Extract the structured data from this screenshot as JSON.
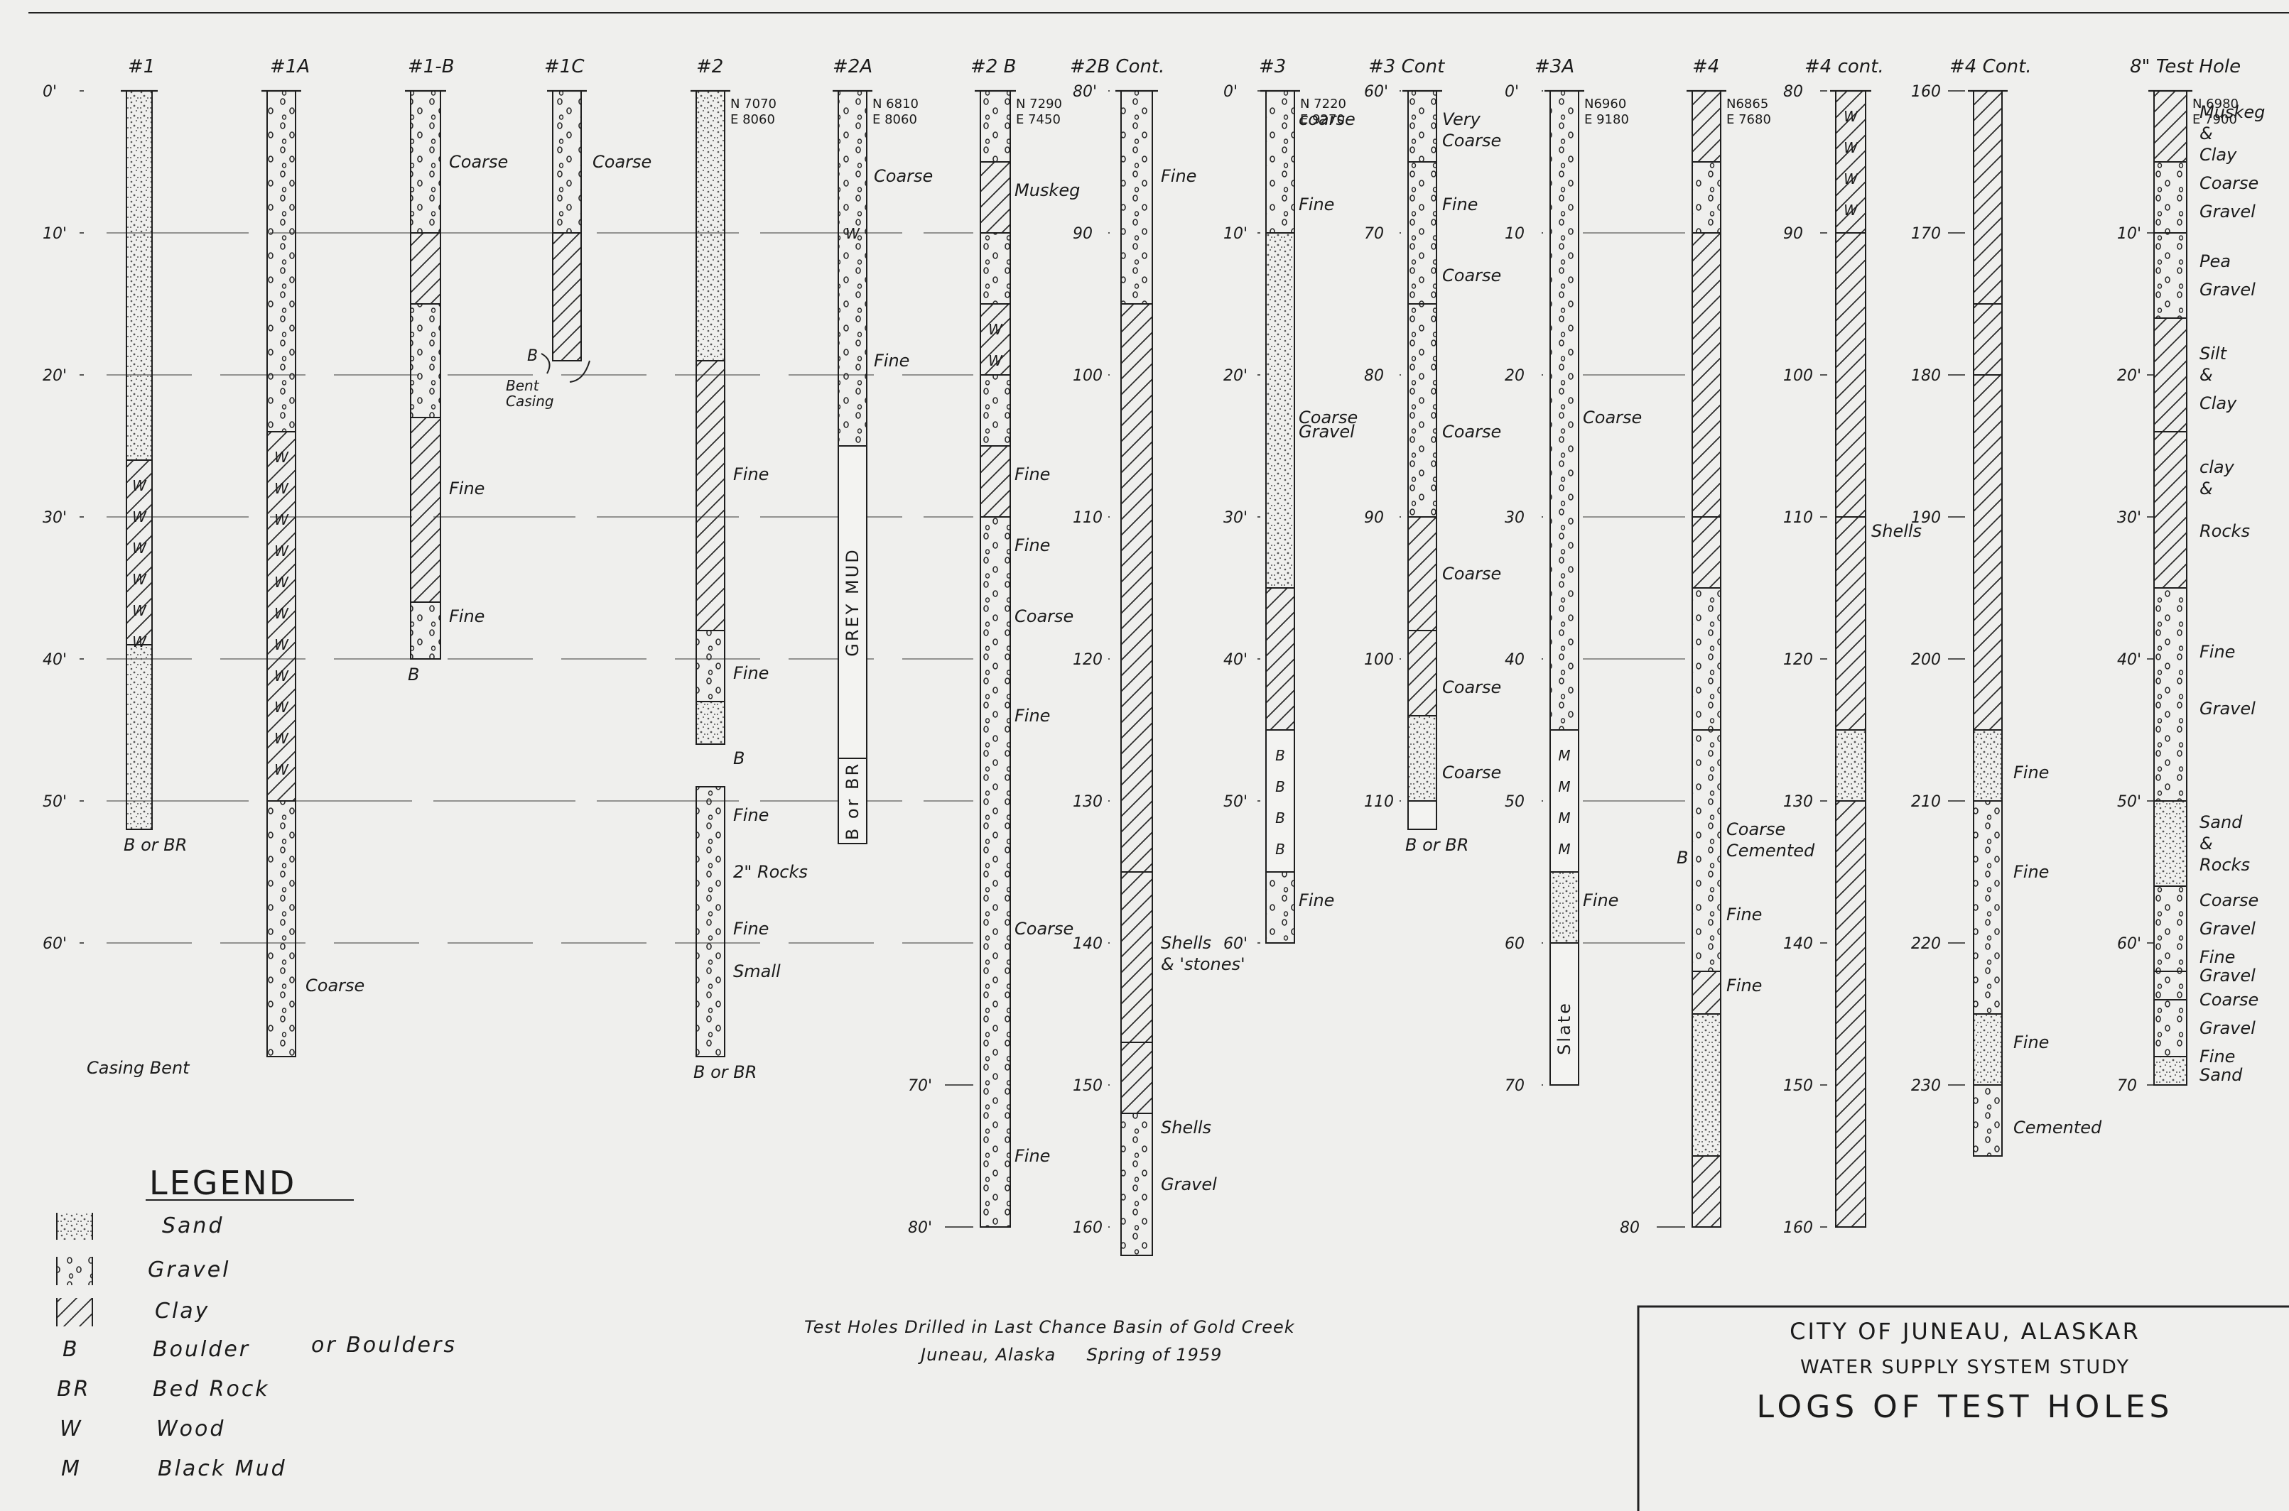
{
  "colors": {
    "paper": "#efefed",
    "ink": "#1b1b1b",
    "clay_hatch": "#2a2a2a",
    "sand_dot": "#555555"
  },
  "legend": {
    "title": "LEGEND",
    "items": [
      {
        "symbol": "sand-swatch",
        "label": "Sand"
      },
      {
        "symbol": "gravel-swatch",
        "label": "Gravel"
      },
      {
        "symbol": "clay-swatch",
        "label": "Clay"
      },
      {
        "symbol": "B",
        "label": "Boulder",
        "extra": "or Boulders"
      },
      {
        "symbol": "BR",
        "label": "Bed Rock"
      },
      {
        "symbol": "W",
        "label": "Wood"
      },
      {
        "symbol": "M",
        "label": "Black Mud"
      }
    ]
  },
  "caption": {
    "line1": "Test Holes Drilled in Last Chance Basin of Gold Creek",
    "line2": "Juneau, Alaska     Spring of 1959"
  },
  "title_block": {
    "line1": "CITY OF JUNEAU, ALASKAR",
    "line2": "WATER SUPPLY SYSTEM STUDY",
    "line3": "LOGS OF TEST HOLES"
  },
  "depth_scales": [
    {
      "labels": [
        "0'",
        "10'",
        "20'",
        "30'",
        "40'",
        "50'",
        "60'"
      ]
    },
    {
      "labels": [
        "80'",
        "90",
        "100",
        "110",
        "120",
        "130",
        "140",
        "150",
        "160"
      ]
    },
    {
      "labels": [
        "0'",
        "10'",
        "20'",
        "30'",
        "40'",
        "50'",
        "60'"
      ]
    },
    {
      "labels": [
        "60'",
        "70",
        "80",
        "90",
        "100",
        "110"
      ]
    },
    {
      "labels": [
        "0'",
        "10",
        "20",
        "30",
        "40",
        "50",
        "60",
        "70"
      ]
    },
    {
      "labels": [
        "80",
        "90",
        "100",
        "110",
        "120",
        "130",
        "140",
        "150",
        "160"
      ]
    },
    {
      "labels": [
        "160",
        "170",
        "180",
        "190",
        "200",
        "210",
        "220",
        "230"
      ]
    },
    {
      "labels": [
        "10'",
        "20'",
        "30'",
        "40'",
        "50'",
        "60'",
        "70"
      ]
    },
    {
      "labels": [
        "70'",
        "80'"
      ]
    },
    {
      "labels": [
        "80"
      ]
    }
  ],
  "holes": [
    {
      "name": "#1",
      "coords": [],
      "bottom_label": "B or BR",
      "layers": [
        {
          "type": "sand",
          "from": 0,
          "to": 26
        },
        {
          "type": "clay",
          "from": 26,
          "to": 39,
          "wood": true
        },
        {
          "type": "sand",
          "from": 39,
          "to": 52
        }
      ],
      "notes": [],
      "markers": []
    },
    {
      "name": "#1A",
      "coords": [],
      "bottom_label": "",
      "layers": [
        {
          "type": "gravel",
          "from": 0,
          "to": 24
        },
        {
          "type": "clay",
          "from": 24,
          "to": 50,
          "wood": true
        },
        {
          "type": "gravel",
          "from": 50,
          "to": 68
        }
      ],
      "notes": [
        {
          "text": "Coarse",
          "depth": 63
        }
      ],
      "markers": []
    },
    {
      "name": "#1-B",
      "coords": [],
      "bottom_label": "B",
      "layers": [
        {
          "type": "gravel",
          "from": 0,
          "to": 10
        },
        {
          "type": "clay",
          "from": 10,
          "to": 15
        },
        {
          "type": "gravel",
          "from": 15,
          "to": 23
        },
        {
          "type": "clay",
          "from": 23,
          "to": 36
        },
        {
          "type": "gravel",
          "from": 36,
          "to": 40
        }
      ],
      "notes": [
        {
          "text": "Coarse",
          "depth": 5
        },
        {
          "text": "Fine",
          "depth": 28
        },
        {
          "text": "Fine",
          "depth": 37
        }
      ],
      "markers": []
    },
    {
      "name": "#1C",
      "coords": [],
      "bottom_label": "",
      "layers": [
        {
          "type": "gravel",
          "from": 0,
          "to": 10
        },
        {
          "type": "clay",
          "from": 10,
          "to": 19
        }
      ],
      "notes": [
        {
          "text": "Coarse",
          "depth": 5
        }
      ],
      "markers": []
    },
    {
      "name": "#2",
      "coords": [
        "N 7070",
        "E 8060"
      ],
      "bottom_label": "B or BR",
      "layers": [
        {
          "type": "sand",
          "from": 0,
          "to": 19
        },
        {
          "type": "clay",
          "from": 19,
          "to": 38
        },
        {
          "type": "gravel",
          "from": 38,
          "to": 43
        },
        {
          "type": "sand",
          "from": 43,
          "to": 46
        },
        {
          "type": "gravel",
          "from": 49,
          "to": 68
        }
      ],
      "notes": [
        {
          "text": "Fine",
          "depth": 27
        },
        {
          "text": "Fine",
          "depth": 41
        },
        {
          "text": "Fine",
          "depth": 51
        },
        {
          "text": "2\" Rocks",
          "depth": 55
        },
        {
          "text": "Fine",
          "depth": 59
        },
        {
          "text": "Small",
          "depth": 62
        }
      ],
      "markers": [
        {
          "text": "B",
          "depth": 47
        }
      ]
    },
    {
      "name": "#2A",
      "coords": [
        "N 6810",
        "E 8060"
      ],
      "bottom_label": "",
      "layers": [
        {
          "type": "gravel",
          "from": 0,
          "to": 25,
          "wood_at": 10
        },
        {
          "type": "blank",
          "from": 25,
          "to": 47
        },
        {
          "type": "blank",
          "from": 47,
          "to": 53
        }
      ],
      "notes": [
        {
          "text": "Coarse",
          "depth": 6
        },
        {
          "text": "Fine",
          "depth": 19
        }
      ],
      "markers": [
        {
          "text": "GREY MUD",
          "depth": 36,
          "vertical": true
        },
        {
          "text": "B or BR",
          "depth": 50,
          "vertical": true
        }
      ]
    },
    {
      "name": "#2 B",
      "coords": [
        "N 7290",
        "E 7450"
      ],
      "bottom_label": "",
      "layers": [
        {
          "type": "gravel",
          "from": 0,
          "to": 5
        },
        {
          "type": "clay",
          "from": 5,
          "to": 10
        },
        {
          "type": "gravel",
          "from": 10,
          "to": 15
        },
        {
          "type": "clay",
          "from": 15,
          "to": 20,
          "wood": true
        },
        {
          "type": "gravel",
          "from": 20,
          "to": 25
        },
        {
          "type": "clay",
          "from": 25,
          "to": 30
        },
        {
          "type": "gravel",
          "from": 30,
          "to": 80
        }
      ],
      "notes": [
        {
          "text": "Muskeg",
          "depth": 7
        },
        {
          "text": "Fine",
          "depth": 27
        },
        {
          "text": "Fine",
          "depth": 32
        },
        {
          "text": "Coarse",
          "depth": 37
        },
        {
          "text": "Fine",
          "depth": 44
        },
        {
          "text": "Coarse",
          "depth": 59
        },
        {
          "text": "Fine",
          "depth": 75
        }
      ],
      "markers": []
    },
    {
      "name": "#2B Cont.",
      "coords": [],
      "bottom_label": "",
      "layers": [
        {
          "type": "gravel",
          "from": 80,
          "to": 95
        },
        {
          "type": "clay",
          "from": 95,
          "to": 135
        },
        {
          "type": "clay",
          "from": 135,
          "to": 147
        },
        {
          "type": "clay",
          "from": 147,
          "to": 152
        },
        {
          "type": "gravel",
          "from": 152,
          "to": 162
        }
      ],
      "notes": [
        {
          "text": "Fine",
          "depth": 86
        },
        {
          "text": "Shells",
          "depth": 140
        },
        {
          "text": "& 'stones'",
          "depth": 141.5
        },
        {
          "text": "Shells",
          "depth": 153
        },
        {
          "text": "Gravel",
          "depth": 157
        }
      ],
      "markers": []
    },
    {
      "name": "#3",
      "coords": [
        "N 7220",
        "E 9270"
      ],
      "bottom_label": "",
      "layers": [
        {
          "type": "gravel",
          "from": 0,
          "to": 10
        },
        {
          "type": "sand",
          "from": 10,
          "to": 35
        },
        {
          "type": "clay",
          "from": 35,
          "to": 45
        },
        {
          "type": "boulder",
          "from": 45,
          "to": 55
        },
        {
          "type": "gravel",
          "from": 55,
          "to": 60
        }
      ],
      "notes": [
        {
          "text": "coarse",
          "depth": 2
        },
        {
          "text": "Fine",
          "depth": 8
        },
        {
          "text": "Coarse",
          "depth": 23
        },
        {
          "text": "Gravel",
          "depth": 24
        },
        {
          "text": "Fine",
          "depth": 57
        }
      ],
      "markers": []
    },
    {
      "name": "#3 Cont",
      "coords": [],
      "bottom_label": "B or BR",
      "layers": [
        {
          "type": "gravel",
          "from": 60,
          "to": 65
        },
        {
          "type": "gravel",
          "from": 65,
          "to": 75
        },
        {
          "type": "gravel",
          "from": 75,
          "to": 90
        },
        {
          "type": "clay",
          "from": 90,
          "to": 98
        },
        {
          "type": "clay",
          "from": 98,
          "to": 104
        },
        {
          "type": "sand",
          "from": 104,
          "to": 110
        },
        {
          "type": "blank",
          "from": 110,
          "to": 112
        }
      ],
      "notes": [
        {
          "text": "Very",
          "depth": 62
        },
        {
          "text": "Coarse",
          "depth": 63.5
        },
        {
          "text": "Fine",
          "depth": 68
        },
        {
          "text": "Coarse",
          "depth": 73
        },
        {
          "text": "Coarse",
          "depth": 84
        },
        {
          "text": "Coarse",
          "depth": 94
        },
        {
          "text": "Coarse",
          "depth": 102
        },
        {
          "text": "Coarse",
          "depth": 108
        }
      ],
      "markers": []
    },
    {
      "name": "#3A",
      "coords": [
        "N6960",
        "E 9180"
      ],
      "bottom_label": "",
      "layers": [
        {
          "type": "gravel",
          "from": 0,
          "to": 45
        },
        {
          "type": "mud",
          "from": 45,
          "to": 55
        },
        {
          "type": "sand",
          "from": 55,
          "to": 60
        },
        {
          "type": "blank",
          "from": 60,
          "to": 70
        }
      ],
      "notes": [
        {
          "text": "Coarse",
          "depth": 23
        },
        {
          "text": "Fine",
          "depth": 57
        }
      ],
      "markers": [
        {
          "text": "Slate",
          "depth": 66,
          "vertical": true
        }
      ]
    },
    {
      "name": "#4",
      "coords": [
        "N6865",
        "E 7680"
      ],
      "bottom_label": "",
      "layers": [
        {
          "type": "clay",
          "from": 0,
          "to": 5
        },
        {
          "type": "gravel",
          "from": 5,
          "to": 10
        },
        {
          "type": "clay",
          "from": 10,
          "to": 30
        },
        {
          "type": "clay",
          "from": 30,
          "to": 35
        },
        {
          "type": "gravel",
          "from": 35,
          "to": 45
        },
        {
          "type": "gravel",
          "from": 45,
          "to": 62
        },
        {
          "type": "clay",
          "from": 62,
          "to": 65
        },
        {
          "type": "sand",
          "from": 65,
          "to": 75
        },
        {
          "type": "clay",
          "from": 75,
          "to": 80
        }
      ],
      "notes": [
        {
          "text": "Coarse",
          "depth": 52
        },
        {
          "text": "Cemented",
          "depth": 53.5
        },
        {
          "text": "Fine",
          "depth": 58
        },
        {
          "text": "Fine",
          "depth": 63
        }
      ],
      "markers": [
        {
          "text": "B",
          "depth": 54
        }
      ]
    },
    {
      "name": "#4 cont.",
      "coords": [],
      "bottom_label": "",
      "layers": [
        {
          "type": "clay",
          "from": 80,
          "to": 90,
          "wood": true
        },
        {
          "type": "clay",
          "from": 90,
          "to": 110
        },
        {
          "type": "clay",
          "from": 110,
          "to": 125
        },
        {
          "type": "sand",
          "from": 125,
          "to": 130
        },
        {
          "type": "clay",
          "from": 130,
          "to": 160
        }
      ],
      "notes": [
        {
          "text": "Shells",
          "depth": 111
        }
      ],
      "markers": []
    },
    {
      "name": "#4 Cont.",
      "coords": [],
      "bottom_label": "",
      "layers": [
        {
          "type": "clay",
          "from": 160,
          "to": 175
        },
        {
          "type": "clay",
          "from": 175,
          "to": 180
        },
        {
          "type": "clay",
          "from": 180,
          "to": 205
        },
        {
          "type": "sand",
          "from": 205,
          "to": 210
        },
        {
          "type": "gravel",
          "from": 210,
          "to": 225
        },
        {
          "type": "sand",
          "from": 225,
          "to": 230
        },
        {
          "type": "gravel",
          "from": 230,
          "to": 235
        }
      ],
      "notes": [
        {
          "text": "Fine",
          "depth": 208
        },
        {
          "text": "Fine",
          "depth": 215
        },
        {
          "text": "Fine",
          "depth": 227
        },
        {
          "text": "Cemented",
          "depth": 233
        }
      ],
      "markers": []
    },
    {
      "name": "8\" Test Hole",
      "coords": [
        "N 6980",
        "E 7900"
      ],
      "bottom_label": "",
      "layers": [
        {
          "type": "clay",
          "from": 0,
          "to": 5
        },
        {
          "type": "gravel",
          "from": 5,
          "to": 10
        },
        {
          "type": "gravel",
          "from": 10,
          "to": 16
        },
        {
          "type": "clay",
          "from": 16,
          "to": 24
        },
        {
          "type": "clay",
          "from": 24,
          "to": 35
        },
        {
          "type": "gravel",
          "from": 35,
          "to": 50
        },
        {
          "type": "sand",
          "from": 50,
          "to": 56
        },
        {
          "type": "gravel",
          "from": 56,
          "to": 62
        },
        {
          "type": "gravel",
          "from": 62,
          "to": 64
        },
        {
          "type": "gravel",
          "from": 64,
          "to": 68
        },
        {
          "type": "sand",
          "from": 68,
          "to": 70
        }
      ],
      "notes": [
        {
          "text": "Muskeg",
          "depth": 1.5
        },
        {
          "text": "&",
          "depth": 3
        },
        {
          "text": "Clay",
          "depth": 4.5
        },
        {
          "text": "Coarse",
          "depth": 6.5
        },
        {
          "text": "Gravel",
          "depth": 8.5
        },
        {
          "text": "Pea",
          "depth": 12
        },
        {
          "text": "Gravel",
          "depth": 14
        },
        {
          "text": "Silt",
          "depth": 18.5
        },
        {
          "text": "&",
          "depth": 20
        },
        {
          "text": "Clay",
          "depth": 22
        },
        {
          "text": "clay",
          "depth": 26.5
        },
        {
          "text": "&",
          "depth": 28
        },
        {
          "text": "Rocks",
          "depth": 31
        },
        {
          "text": "Fine",
          "depth": 39.5
        },
        {
          "text": "Gravel",
          "depth": 43.5
        },
        {
          "text": "Sand",
          "depth": 51.5
        },
        {
          "text": "&",
          "depth": 53
        },
        {
          "text": "Rocks",
          "depth": 54.5
        },
        {
          "text": "Coarse",
          "depth": 57
        },
        {
          "text": "Gravel",
          "depth": 59
        },
        {
          "text": "Fine",
          "depth": 61
        },
        {
          "text": "Gravel",
          "depth": 62.3
        },
        {
          "text": "Coarse",
          "depth": 64
        },
        {
          "text": "Gravel",
          "depth": 66
        },
        {
          "text": "Fine",
          "depth": 68
        },
        {
          "text": "Sand",
          "depth": 69.3
        }
      ],
      "markers": []
    }
  ],
  "extra_annotations": [
    {
      "text": "Casing Bent"
    },
    {
      "text": "Bent"
    },
    {
      "text": "Casing"
    },
    {
      "text": "B"
    }
  ]
}
